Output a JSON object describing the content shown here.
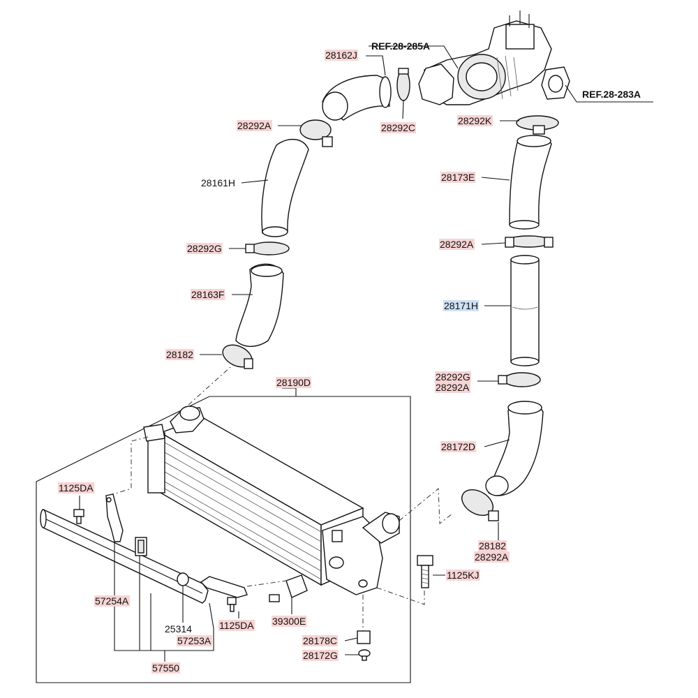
{
  "colors": {
    "label_highlight": "#f7d4d4",
    "selected_highlight": "#cfe0f5",
    "line": "#111111"
  },
  "labels": {
    "ref_285a": "REF.28-285A",
    "ref_283a": "REF.28-283A",
    "p28162j": "28162J",
    "p28292c": "28292C",
    "p28292a_top": "28292A",
    "p28292k": "28292K",
    "p28161h": "28161H",
    "p28173e": "28173E",
    "p28292g_left": "28292G",
    "p28292a_right": "28292A",
    "p28163f": "28163F",
    "p28171h": "28171H",
    "p28182_left": "28182",
    "p28292g_right": "28292G",
    "p28292a_right2": "28292A",
    "p28190d": "28190D",
    "p28172d": "28172D",
    "p1125da_top": "1125DA",
    "p28182_right": "28182",
    "p28292a_right3": "28292A",
    "p1125kj": "1125KJ",
    "p57254a": "57254A",
    "p25314": "25314",
    "p1125da_bottom": "1125DA",
    "p39300e": "39300E",
    "p57253a": "57253A",
    "p28178c": "28178C",
    "p28172g": "28172G",
    "p57550": "57550"
  }
}
